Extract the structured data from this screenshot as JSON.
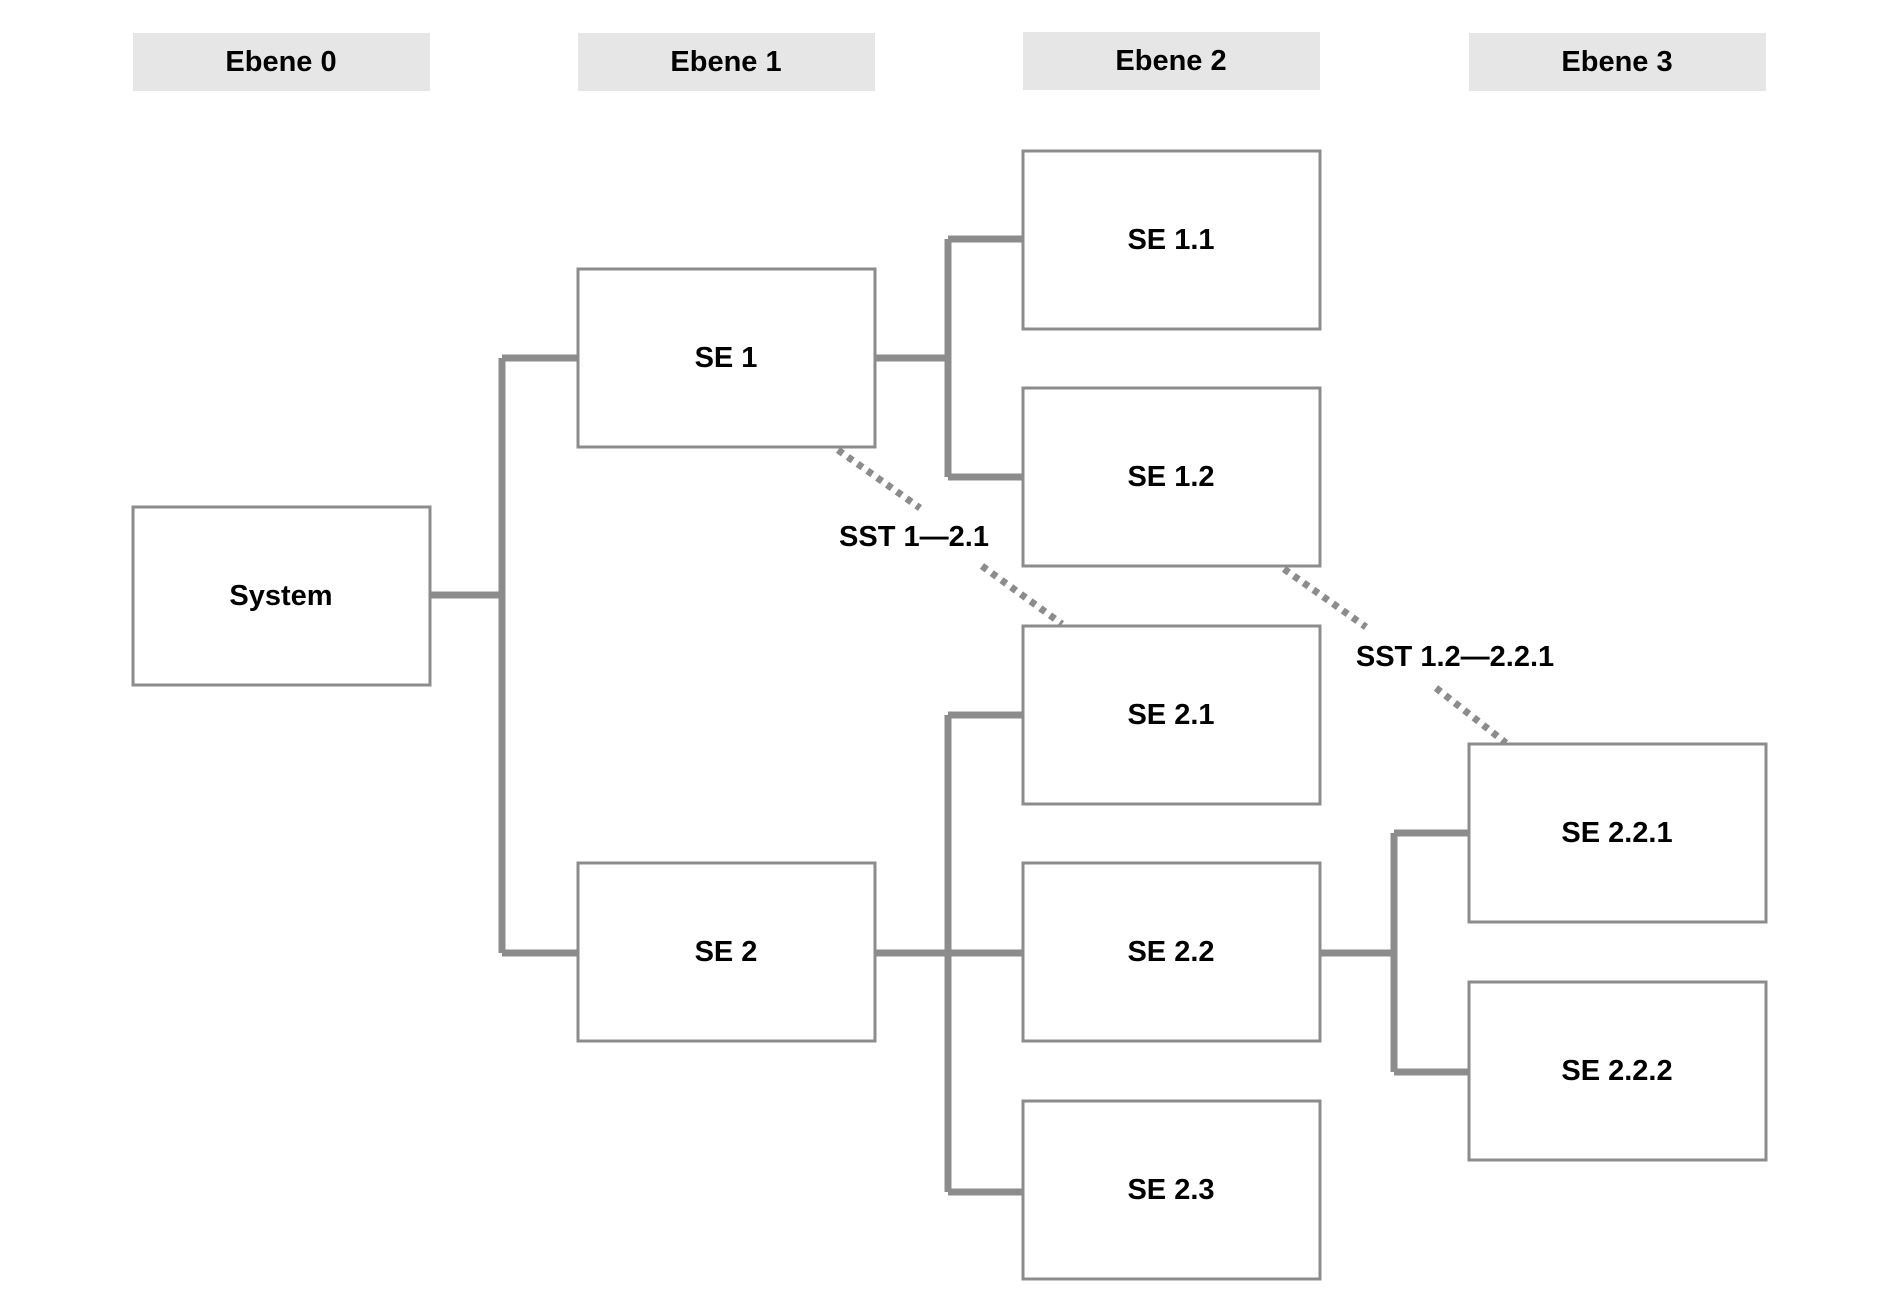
{
  "levels": [
    "Ebene 0",
    "Ebene 1",
    "Ebene 2",
    "Ebene 3"
  ],
  "nodes": {
    "system": "System",
    "se1": "SE 1",
    "se2": "SE 2",
    "se11": "SE 1.1",
    "se12": "SE 1.2",
    "se21": "SE 2.1",
    "se22": "SE 2.2",
    "se23": "SE 2.3",
    "se221": "SE 2.2.1",
    "se222": "SE 2.2.2"
  },
  "interfaces": {
    "sst_1_21": "SST 1—2.1",
    "sst_12_221": "SST 1.2—2.2.1"
  },
  "colors": {
    "line": "#8c8c8c",
    "header_fill": "#e6e6e6",
    "text": "#000000"
  }
}
